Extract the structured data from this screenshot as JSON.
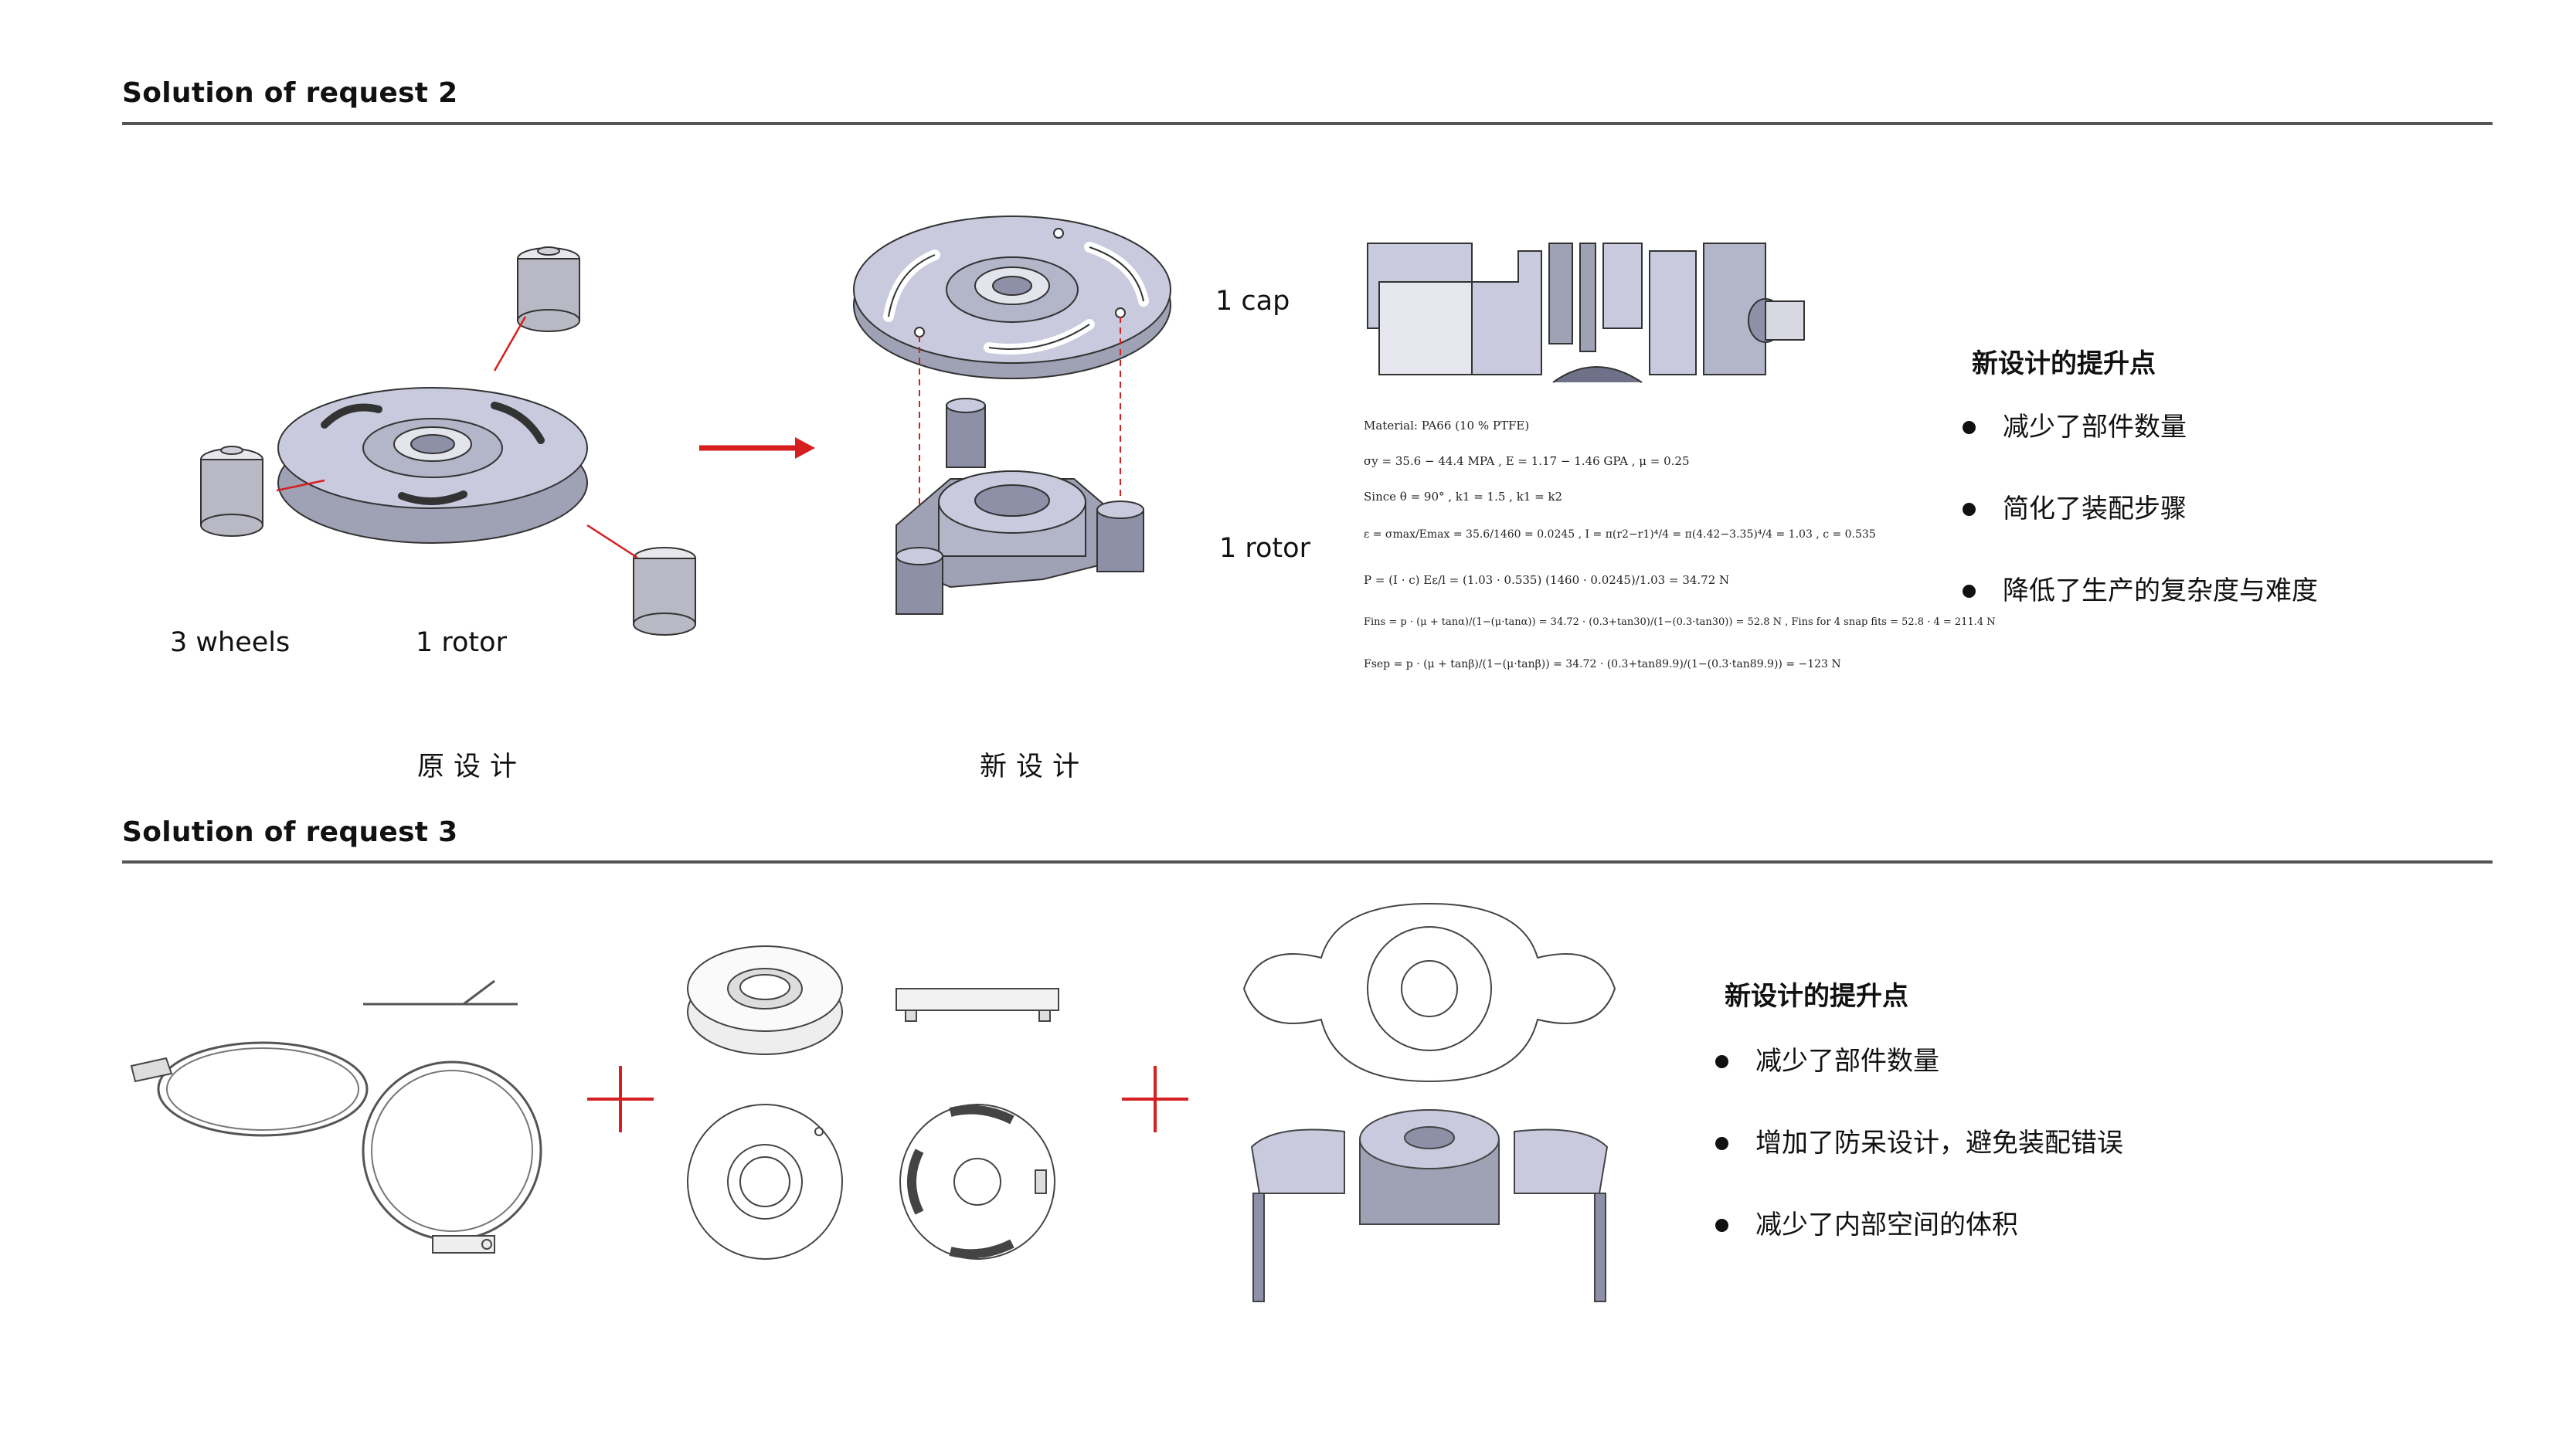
{
  "section2": {
    "title": "Solution of request 2",
    "labels": {
      "wheels": "3 wheels",
      "rotor_old": "1 rotor",
      "cap": "1 cap",
      "rotor_new": "1 rotor"
    },
    "captions": {
      "old": "原设计",
      "new": "新设计"
    },
    "formulas": {
      "material": "Material: PA66 (10 % PTFE)",
      "line1": "σy = 35.6 − 44.4 MPA , E = 1.17 − 1.46 GPA , μ = 0.25",
      "line2": "Since θ = 90° , k1 = 1.5 , k1 = k2",
      "line3": "ε = σmax/Emax = 35.6/1460 = 0.0245 , I = π(r2−r1)⁴/4 = π(4.42−3.35)⁴/4 = 1.03 , c = 0.535",
      "line4": "P = (I · c) Eε/l = (1.03 · 0.535) (1460 · 0.0245)/1.03 = 34.72 N",
      "line5": "Fins = p · (μ + tanα)/(1−(μ·tanα)) = 34.72 · (0.3+tan30)/(1−(0.3·tan30)) = 52.8 N , Fins for 4 snap fits = 52.8 · 4 = 211.4 N",
      "line6": "Fsep = p · (μ + tanβ)/(1−(μ·tanβ)) = 34.72 · (0.3+tan89.9)/(1−(0.3·tan89.9)) = −123 N"
    },
    "improvements": {
      "title": "新设计的提升点",
      "items": [
        "减少了部件数量",
        "简化了装配步骤",
        "降低了生产的复杂度与难度"
      ]
    }
  },
  "section3": {
    "title": "Solution of request 3",
    "improvements": {
      "title": "新设计的提升点",
      "items": [
        "减少了部件数量",
        "增加了防呆设计，避免装配错误",
        "减少了内部空间的体积"
      ]
    }
  },
  "colors": {
    "accent_red": "#d42020",
    "rule": "#555555",
    "part_fill": "#c9cade",
    "part_shade": "#8e90a8",
    "outline": "#333333"
  },
  "icons": {
    "bullet": "bullet-dot-icon",
    "arrow": "right-arrow-icon",
    "plus": "plus-icon"
  }
}
